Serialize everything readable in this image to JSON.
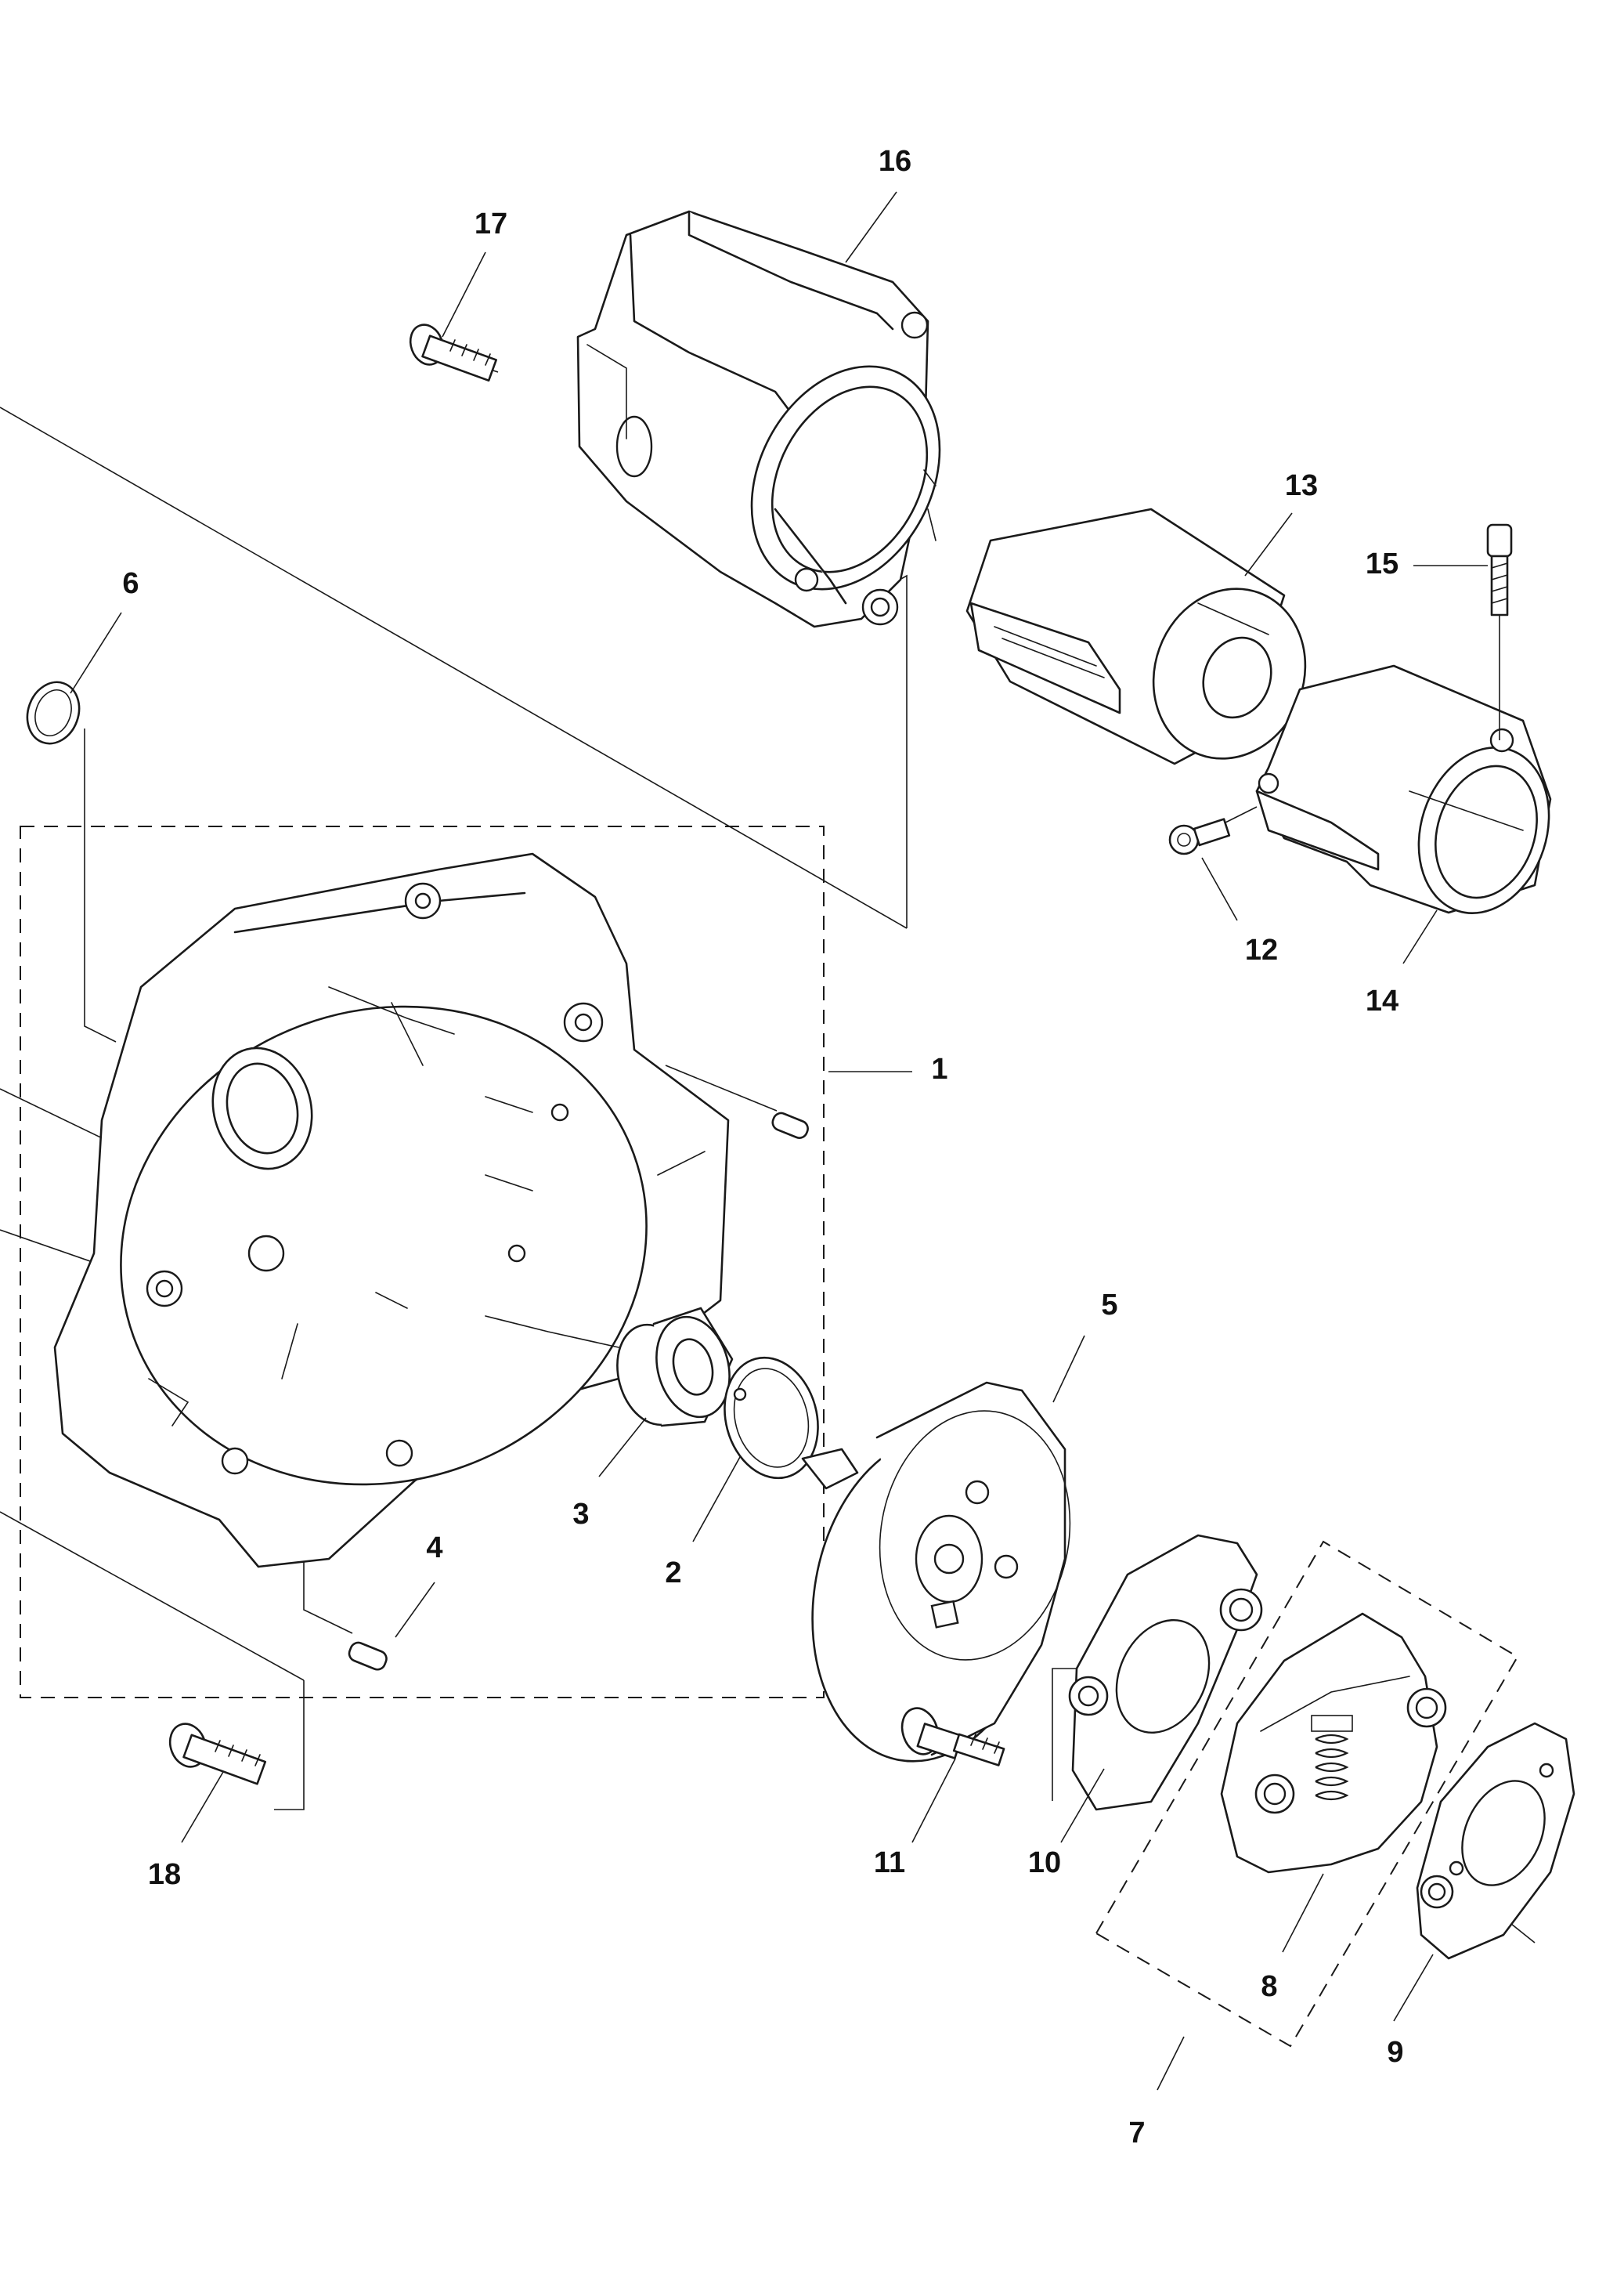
{
  "callouts": [
    {
      "label": "1"
    },
    {
      "label": "2"
    },
    {
      "label": "3"
    },
    {
      "label": "4"
    },
    {
      "label": "5"
    },
    {
      "label": "6"
    },
    {
      "label": "7"
    },
    {
      "label": "8"
    },
    {
      "label": "9"
    },
    {
      "label": "10"
    },
    {
      "label": "11"
    },
    {
      "label": "12"
    },
    {
      "label": "13"
    },
    {
      "label": "14"
    },
    {
      "label": "15"
    },
    {
      "label": "16"
    },
    {
      "label": "17"
    },
    {
      "label": "18"
    }
  ],
  "colors": {
    "line": "#1a1a1a",
    "background": "#ffffff",
    "text": "#111111"
  }
}
